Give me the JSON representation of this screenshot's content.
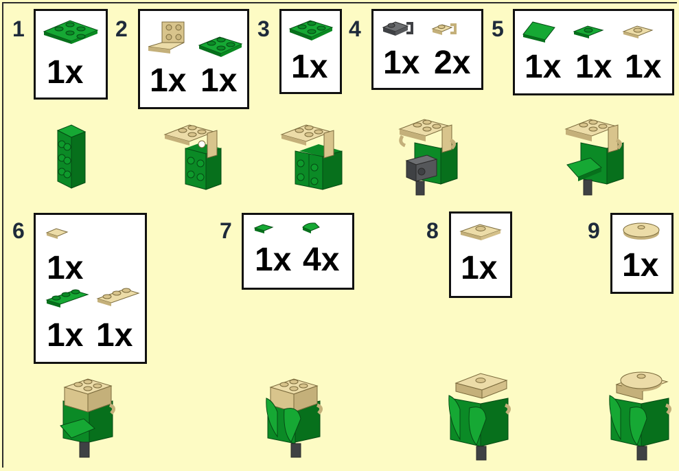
{
  "colors": {
    "green": "#0b8a26",
    "tan": "#e2cf9a",
    "dark_gray": "#55575a",
    "background": "#fdfbc4"
  },
  "steps": [
    {
      "number": "1",
      "parts": [
        {
          "name": "green-plate-2x3",
          "qty": "1x"
        }
      ]
    },
    {
      "number": "2",
      "parts": [
        {
          "name": "tan-bracket",
          "qty": "1x"
        },
        {
          "name": "green-plate-2x2",
          "qty": "1x"
        }
      ]
    },
    {
      "number": "3",
      "parts": [
        {
          "name": "green-plate-2x2",
          "qty": "1x"
        }
      ]
    },
    {
      "number": "4",
      "parts": [
        {
          "name": "dark-gray-clip-plate",
          "qty": "1x"
        },
        {
          "name": "tan-clip",
          "qty": "2x"
        }
      ]
    },
    {
      "number": "5",
      "parts": [
        {
          "name": "green-slope",
          "qty": "1x"
        },
        {
          "name": "green-jumper-plate",
          "qty": "1x"
        },
        {
          "name": "tan-jumper-plate",
          "qty": "1x"
        }
      ]
    },
    {
      "number": "6",
      "parts": [
        {
          "name": "tan-tile-1x1",
          "qty": "1x"
        },
        {
          "name": "green-plate-1x3",
          "qty": "1x"
        },
        {
          "name": "tan-plate-1x3",
          "qty": "1x"
        }
      ]
    },
    {
      "number": "7",
      "parts": [
        {
          "name": "green-tile-1x1",
          "qty": "1x"
        },
        {
          "name": "green-quarter-round-tile",
          "qty": "4x"
        }
      ]
    },
    {
      "number": "8",
      "parts": [
        {
          "name": "tan-plate-2x2-jumper",
          "qty": "1x"
        }
      ]
    },
    {
      "number": "9",
      "parts": [
        {
          "name": "tan-round-tile-2x2",
          "qty": "1x"
        }
      ]
    }
  ]
}
